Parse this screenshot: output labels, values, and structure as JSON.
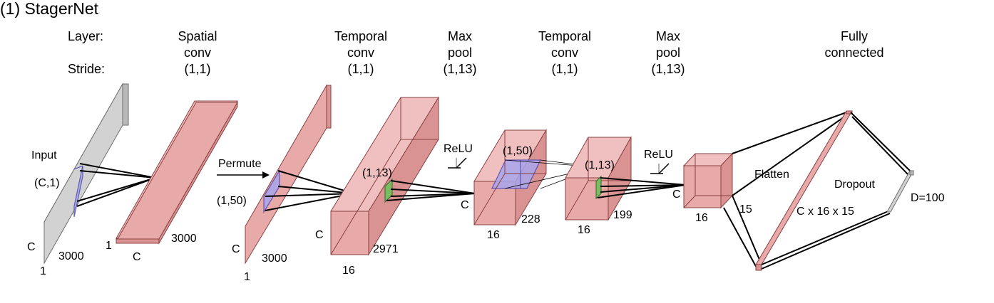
{
  "title": "(1) StagerNet",
  "header": {
    "layer_label": "Layer:",
    "stride_label": "Stride:",
    "layers": [
      {
        "line1": "Spatial",
        "line2": "conv",
        "stride": "(1,1)"
      },
      {
        "line1": "Temporal",
        "line2": "conv",
        "stride": "(1,1)"
      },
      {
        "line1": "Max",
        "line2": "pool",
        "stride": "(1,13)"
      },
      {
        "line1": "Temporal",
        "line2": "conv",
        "stride": "(1,1)"
      },
      {
        "line1": "Max",
        "line2": "pool",
        "stride": "(1,13)"
      },
      {
        "line1": "Fully",
        "line2": "connected",
        "stride": ""
      }
    ]
  },
  "labels": {
    "input": "Input",
    "input_kernel": "(C,1)",
    "input_c": "C",
    "input_len": "3000",
    "input_one": "1",
    "spatial_one": "1",
    "spatial_c": "C",
    "spatial_len": "3000",
    "permute": "Permute",
    "permute_kernel": "(1,50)",
    "permuted_c": "C",
    "permuted_len": "3000",
    "permuted_one": "1",
    "tconv1_kernel": "(1,13)",
    "tconv1_c": "C",
    "tconv1_depth": "16",
    "tconv1_len": "2971",
    "relu1": "ReLU",
    "pool1_kernel": "(1,50)",
    "pool1_c": "C",
    "pool1_depth": "16",
    "pool1_len": "228",
    "tconv2_kernel": "(1,13)",
    "tconv2_depth": "16",
    "tconv2_len": "199",
    "relu2": "ReLU",
    "pool2_c": "C",
    "pool2_depth": "16",
    "pool2_len": "15",
    "flatten": "Flatten",
    "dropout": "Dropout",
    "flat_dims": "C x 16 x 15",
    "output": "D=100"
  },
  "colors": {
    "feature_map": "#e8a9a9",
    "input_map": "#d2d2d2",
    "kernel_blue": "#a9a6ec",
    "kernel_green": "#7dbb63"
  }
}
